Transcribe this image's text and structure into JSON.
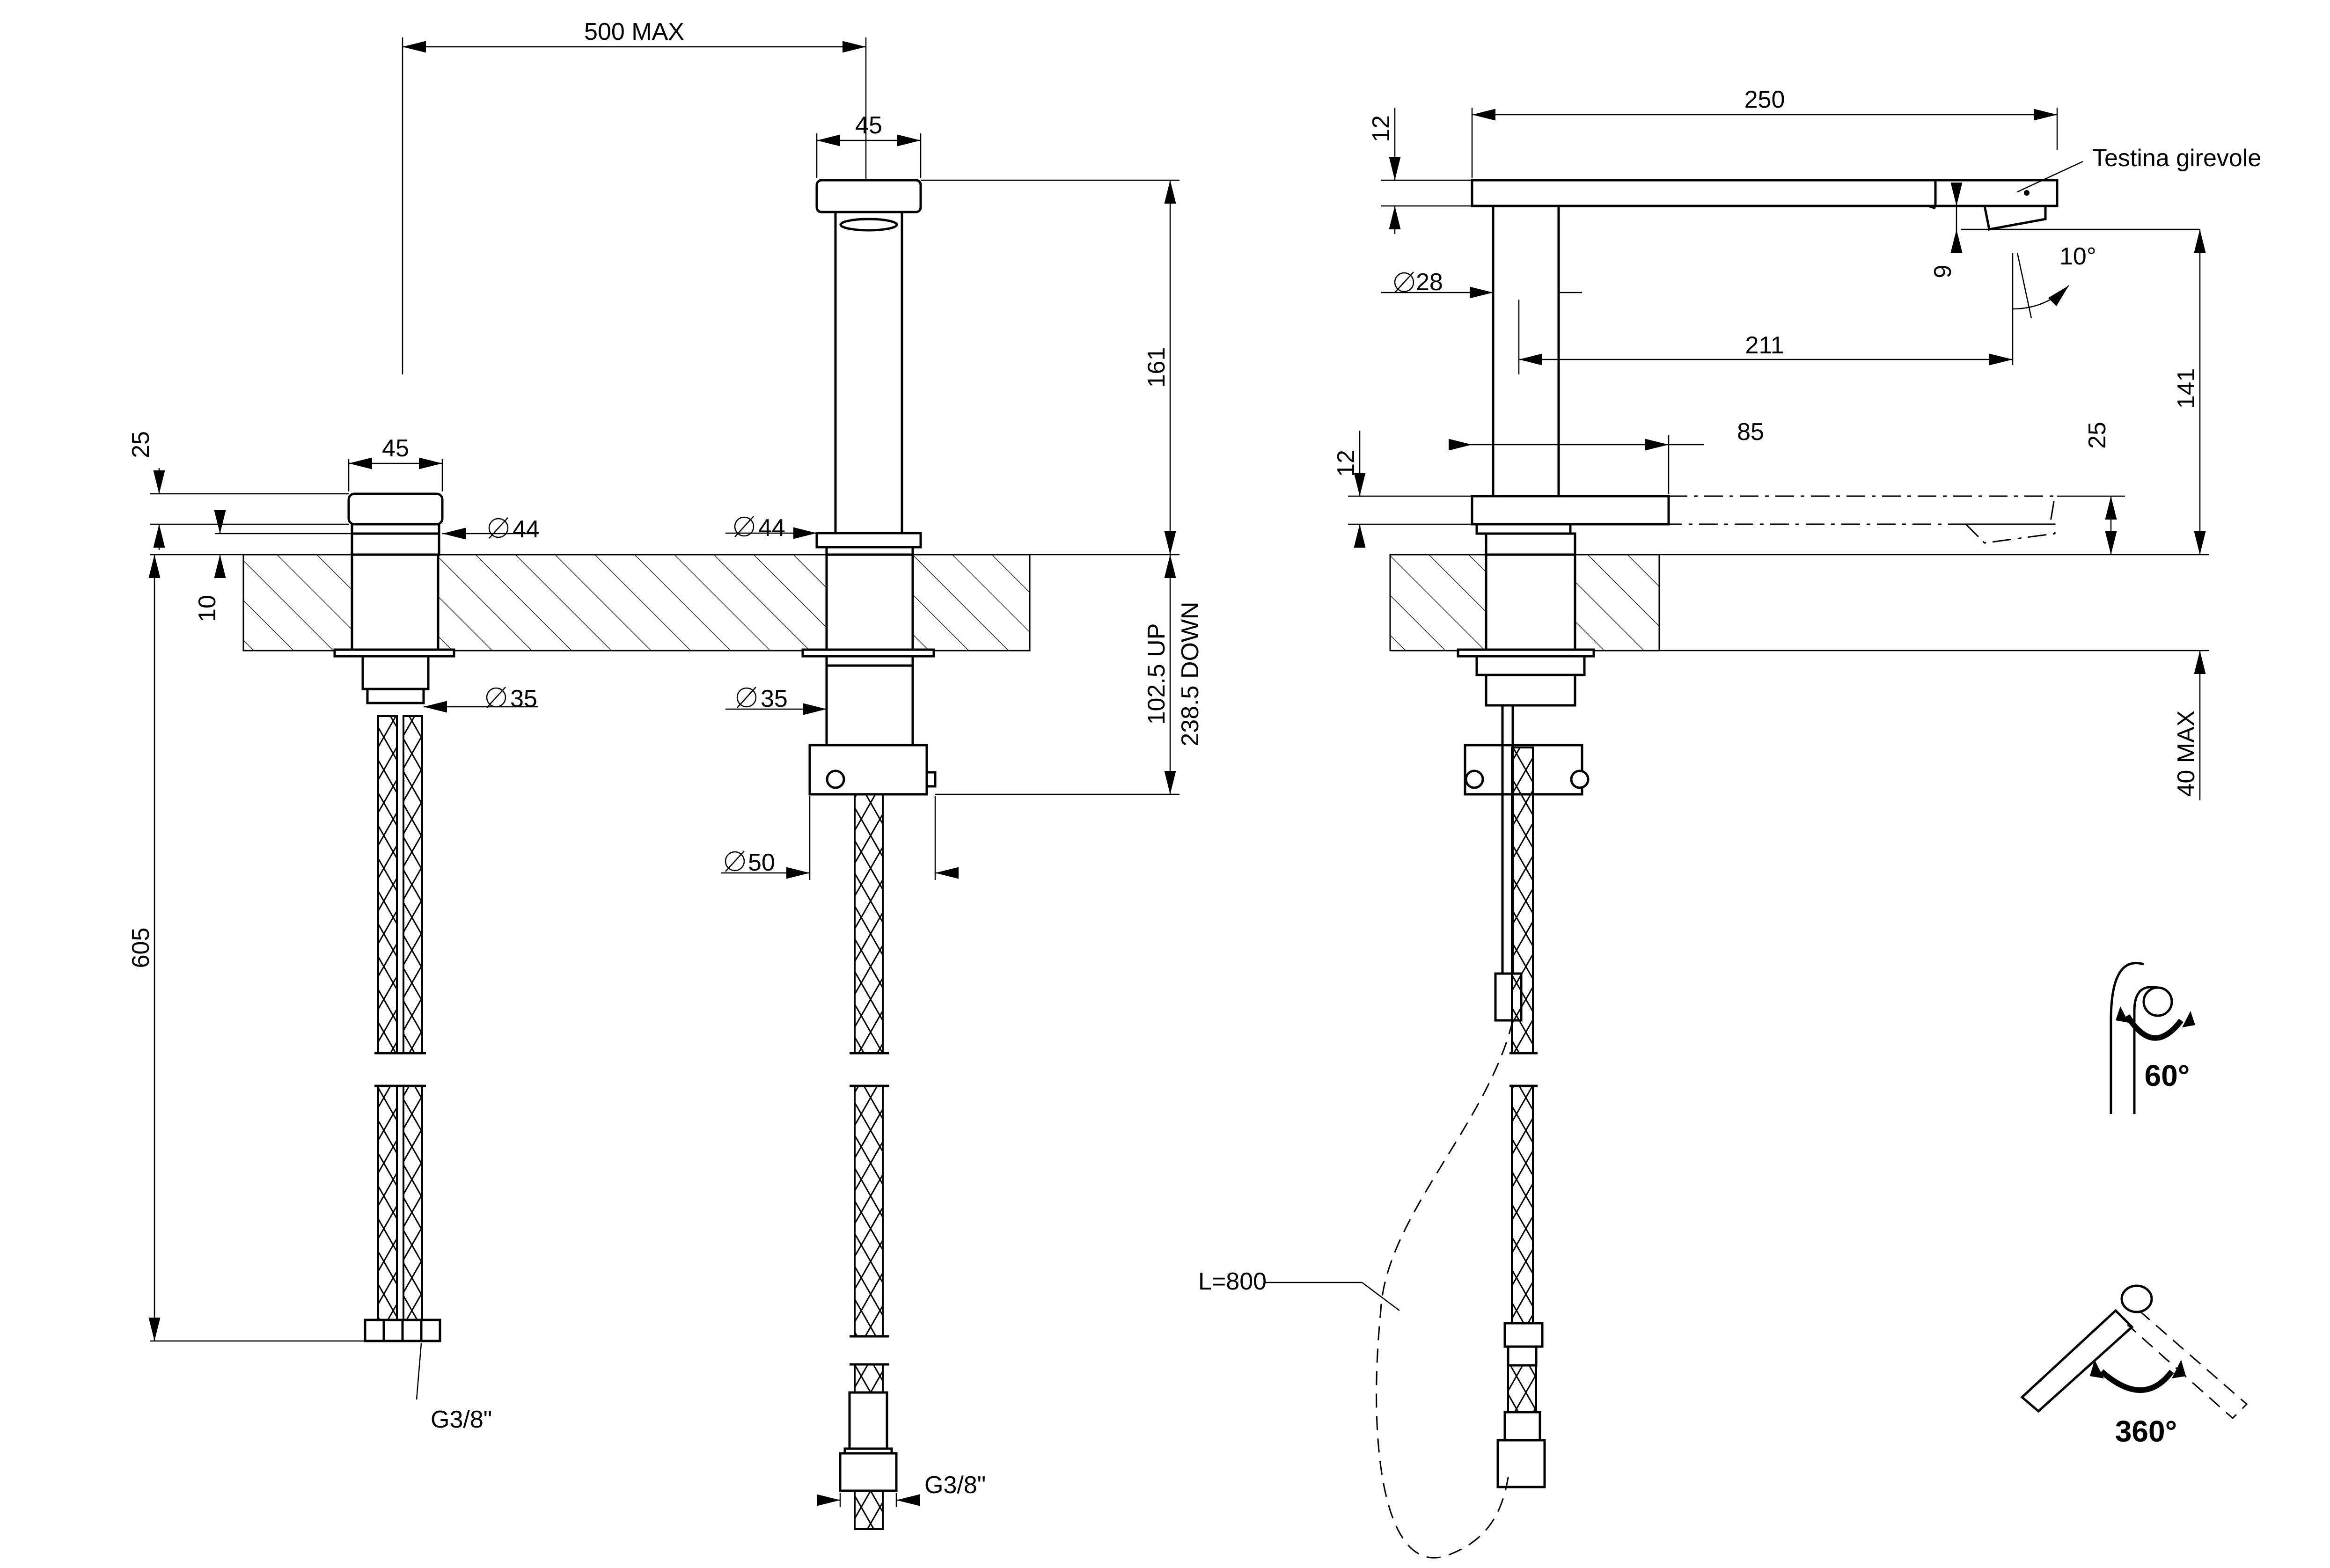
{
  "dimensions": {
    "spread_max": "500 MAX",
    "handle_width": "45",
    "spout_width": "45",
    "handle_height": "25",
    "dia_44_left": "44",
    "dia_44_mid": "44",
    "plate_10": "10",
    "dia_35_left": "35",
    "dia_35_mid": "35",
    "hose_605": "605",
    "thread_left": "G3/8\"",
    "thread_mid": "G3/8\"",
    "spout_161": "161",
    "deck_up": "102.5 UP",
    "deck_down": "238.5 DOWN",
    "dia_50": "50",
    "reach_250": "250",
    "spout_12_top": "12",
    "head_label": "Testina girevole",
    "head_9": "9",
    "angle_10": "10°",
    "dia_28": "28",
    "reach_211": "211",
    "lever_85": "85",
    "lever_12": "12",
    "lever_25": "25",
    "height_141": "141",
    "deck_40_max": "40 MAX",
    "hose_l800": "L=800",
    "rotation_60": "60°",
    "rotation_360": "360°"
  }
}
